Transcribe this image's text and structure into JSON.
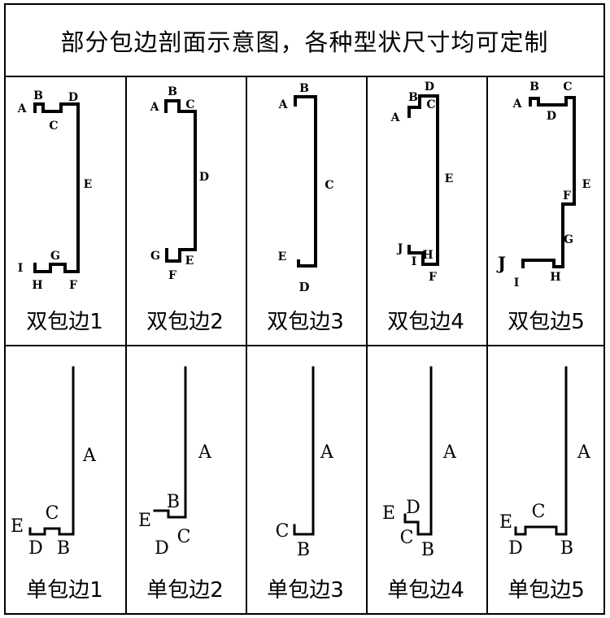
{
  "title": "部分包边剖面示意图，各种型状尺寸均可定制",
  "double": [
    {
      "name": "双包边1",
      "labels": [
        "A",
        "B",
        "C",
        "D",
        "E",
        "G",
        "I",
        "H",
        "F"
      ]
    },
    {
      "name": "双包边2",
      "labels": [
        "A",
        "B",
        "C",
        "D",
        "G",
        "E",
        "F"
      ]
    },
    {
      "name": "双包边3",
      "labels": [
        "A",
        "B",
        "C",
        "E",
        "D"
      ]
    },
    {
      "name": "双包边4",
      "labels": [
        "A",
        "B",
        "D",
        "C",
        "E",
        "J",
        "H",
        "I",
        "F"
      ]
    },
    {
      "name": "双包边5",
      "labels": [
        "A",
        "B",
        "C",
        "D",
        "E",
        "F",
        "G",
        "J",
        "I",
        "H"
      ]
    }
  ],
  "single": [
    {
      "name": "单包边1",
      "labels": [
        "A",
        "C",
        "E",
        "D",
        "B"
      ]
    },
    {
      "name": "单包边2",
      "labels": [
        "A",
        "B",
        "E",
        "D",
        "C"
      ]
    },
    {
      "name": "单包边3",
      "labels": [
        "A",
        "C",
        "B"
      ]
    },
    {
      "name": "单包边4",
      "labels": [
        "A",
        "D",
        "E",
        "C",
        "B"
      ]
    },
    {
      "name": "单包边5",
      "labels": [
        "A",
        "E",
        "C",
        "D",
        "B"
      ]
    }
  ]
}
